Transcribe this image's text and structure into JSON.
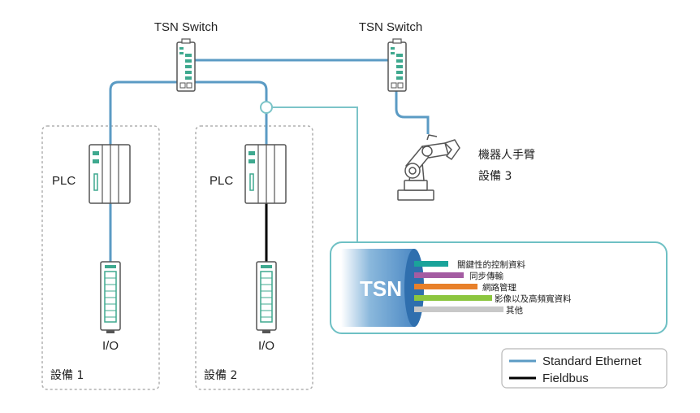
{
  "switches": {
    "left_label": "TSN Switch",
    "right_label": "TSN Switch"
  },
  "devices": [
    {
      "plc_label": "PLC",
      "io_label": "I/O",
      "group_label": "設備 1"
    },
    {
      "plc_label": "PLC",
      "io_label": "I/O",
      "group_label": "設備 2"
    }
  ],
  "robot": {
    "name": "機器人手臂",
    "group_label": "設備 3"
  },
  "tsn_panel": {
    "title": "TSN",
    "streams": [
      {
        "label": "關鍵性的控制資料",
        "color": "#1aa39a"
      },
      {
        "label": "同步傳輸",
        "color": "#a45ca2"
      },
      {
        "label": "網路管理",
        "color": "#e8802a"
      },
      {
        "label": "影像以及高頻寬資料",
        "color": "#8cc63f"
      },
      {
        "label": "其他",
        "color": "#c8c8c8"
      }
    ]
  },
  "legend": {
    "items": [
      {
        "label": "Standard Ethernet",
        "color": "#5b9bc4"
      },
      {
        "label": "Fieldbus",
        "color": "#000000"
      }
    ]
  },
  "colors": {
    "ethernet": "#5b9bc4",
    "fieldbus": "#000000",
    "tap": "#7cc4c8",
    "panel_border": "#6ec0c4",
    "device_green": "#3fa98f"
  }
}
